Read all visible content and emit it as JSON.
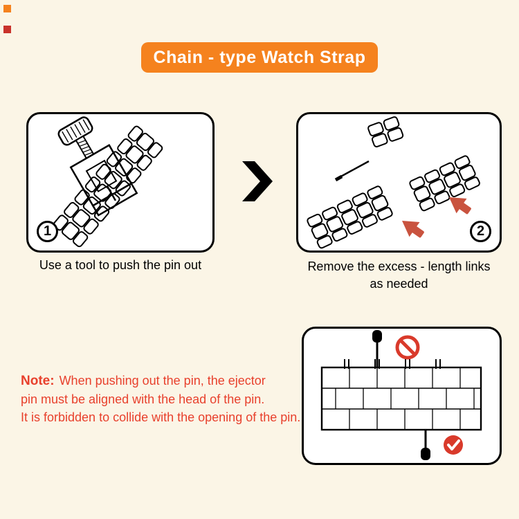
{
  "banner": {
    "label": "Chain - type Watch Strap"
  },
  "step1": {
    "number": "1",
    "caption": "Use a tool to push the pin out"
  },
  "step2": {
    "number": "2",
    "caption_line1": "Remove the excess - length links",
    "caption_line2": "as needed"
  },
  "note": {
    "label": "Note:",
    "line1": "When pushing out the pin, the ejector",
    "line2": "pin must be aligned with the head of the pin.",
    "line3": "It is forbidden to collide with the opening of the pin."
  },
  "icons": {
    "next_step": "chevron-right-icon",
    "prohibition": "no-symbol-icon",
    "correct": "checkmark-icon",
    "push_direction": "red-arrow-up-left-icon"
  },
  "colors": {
    "background": "#FBF5E6",
    "banner_bg": "#F5821E",
    "banner_text": "#FFFFFF",
    "note_text": "#E8402C",
    "arrow_red": "#C9533F",
    "sign_red": "#D93A2B",
    "outline": "#000000"
  }
}
